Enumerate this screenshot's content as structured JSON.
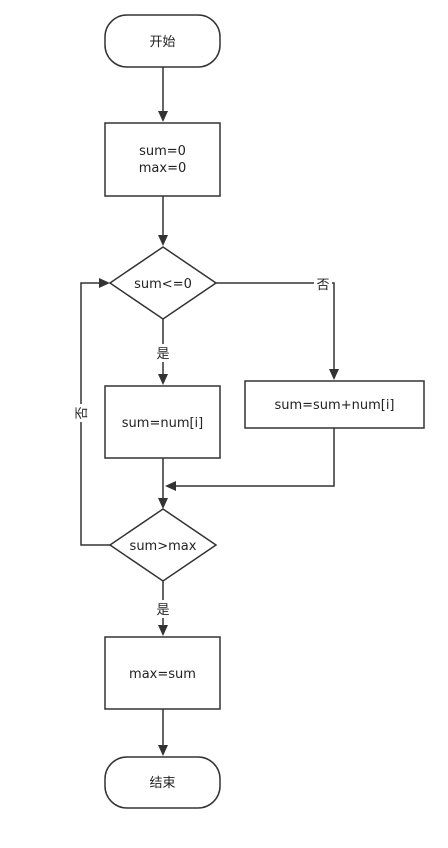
{
  "diagram": {
    "nodes": {
      "start": {
        "text": "开始"
      },
      "init": {
        "line1": "sum=0",
        "line2": "max=0"
      },
      "cond1": {
        "text": "sum<=0"
      },
      "assign_num": {
        "text": "sum=num[i]"
      },
      "accumulate": {
        "text": "sum=sum+num[i]"
      },
      "cond2": {
        "text": "sum>max"
      },
      "update_max": {
        "text": "max=sum"
      },
      "end": {
        "text": "结束"
      }
    },
    "edges": {
      "cond1_yes": "是",
      "cond1_no": "否",
      "cond2_yes": "是",
      "cond2_no": "否"
    },
    "colors": {
      "stroke": "#333333",
      "fill": "#ffffff",
      "text": "#222222"
    }
  }
}
